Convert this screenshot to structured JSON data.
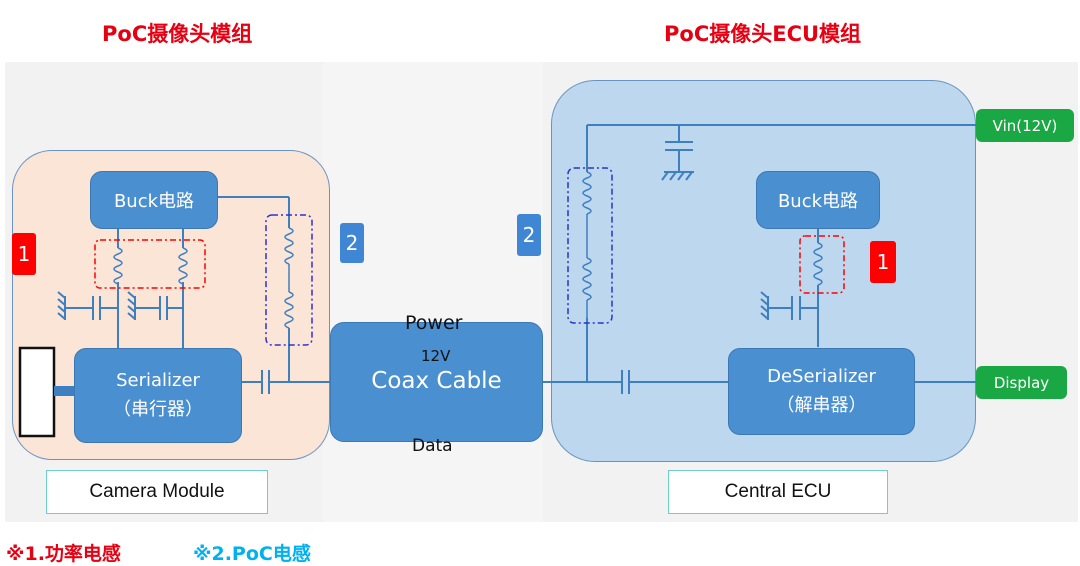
{
  "titles": {
    "camera": "PoC摄像头模组",
    "ecu": "PoC摄像头ECU模组"
  },
  "camera_module": {
    "buck": "Buck电路",
    "serializer": "Serializer",
    "serializer_cn": "（串行器）",
    "tag_1": "1",
    "tag_2": "2",
    "label": "Camera Module"
  },
  "cable": {
    "power": "Power",
    "voltage": "12V",
    "name": "Coax Cable",
    "data": "Data"
  },
  "ecu": {
    "tag_2": "2",
    "buck": "Buck电路",
    "tag_1": "1",
    "deserializer": "DeSerializer",
    "deserializer_cn": "（解串器）",
    "vin": "Vin(12V)",
    "display": "Display",
    "label": "Central ECU"
  },
  "legend": {
    "item1": "※1.功率电感",
    "item2": "※2.PoC电感"
  },
  "colors": {
    "title_red": "#e60012",
    "camera_panel": "#fbe5d6",
    "ecu_panel": "#bdd7ee",
    "block_blue": "#4a8fd0",
    "wire": "#3e7fc1",
    "green": "#1aa844",
    "legend_cyan": "#00b0f0"
  }
}
